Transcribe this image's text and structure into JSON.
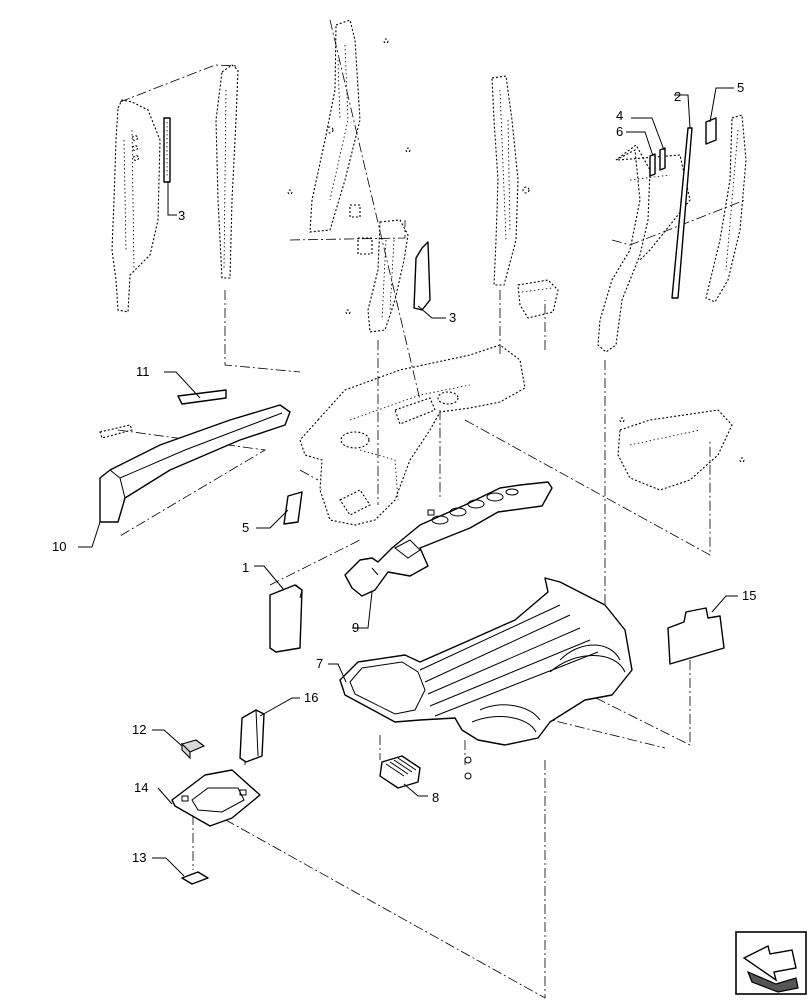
{
  "callouts": [
    {
      "id": "c1",
      "text": "1"
    },
    {
      "id": "c2",
      "text": "2"
    },
    {
      "id": "c3a",
      "text": "3"
    },
    {
      "id": "c3b",
      "text": "3"
    },
    {
      "id": "c4",
      "text": "4"
    },
    {
      "id": "c5a",
      "text": "5"
    },
    {
      "id": "c5b",
      "text": "5"
    },
    {
      "id": "c6",
      "text": "6"
    },
    {
      "id": "c7",
      "text": "7"
    },
    {
      "id": "c8",
      "text": "8"
    },
    {
      "id": "c9",
      "text": "9"
    },
    {
      "id": "c10",
      "text": "10"
    },
    {
      "id": "c11",
      "text": "11"
    },
    {
      "id": "c12",
      "text": "12"
    },
    {
      "id": "c13",
      "text": "13"
    },
    {
      "id": "c14",
      "text": "14"
    },
    {
      "id": "c15",
      "text": "15"
    },
    {
      "id": "c16",
      "text": "16"
    }
  ],
  "icons": {
    "nav": "next-page-arrow-icon"
  }
}
